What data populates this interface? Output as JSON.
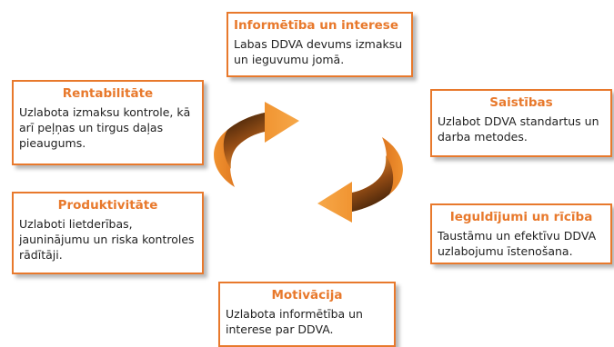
{
  "boxes": {
    "info": {
      "title": "Informētība un interese",
      "text": "Labas DDVA devums izmaksu un ieguvumu jomā."
    },
    "ties": {
      "title": "Saistības",
      "text": "Uzlabot DDVA standartus un darba metodes."
    },
    "invest": {
      "title": "Ieguldījumi un rīcība",
      "text": "Taustāmu un efektīvu DDVA uzlabojumu īstenošana."
    },
    "motiv": {
      "title": "Motivācija",
      "text": "Uzlabota informētība un interese par DDVA."
    },
    "prod": {
      "title": "Produktivitāte",
      "text": "Uzlaboti lietderības, jauninājumu un riska kontroles rādītāji."
    },
    "rent": {
      "title": "Rentabilitāte",
      "text": "Uzlabota izmaksu kontrole, kā arī peļņas un tirgus daļas pieaugums."
    }
  },
  "colors": {
    "accent": "#e8792c",
    "arrow_orange": "#f0922f",
    "arrow_dark": "#1a0d04"
  }
}
